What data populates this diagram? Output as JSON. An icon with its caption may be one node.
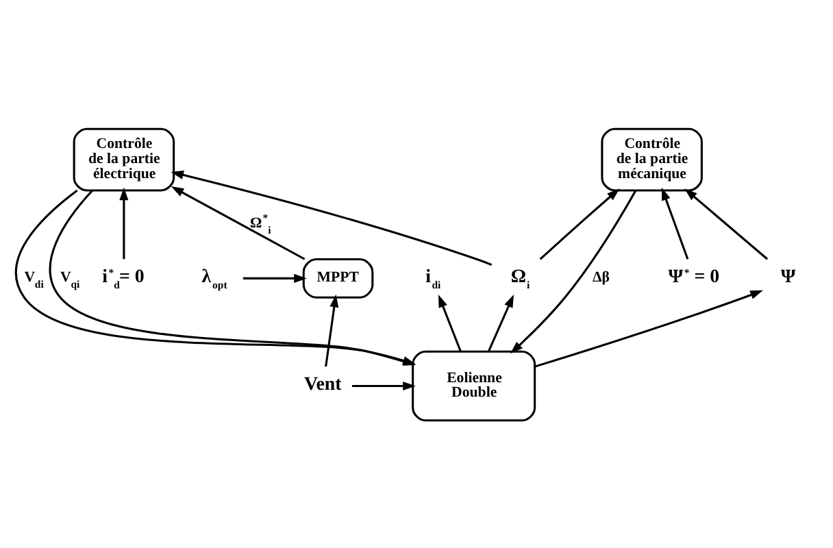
{
  "diagram": {
    "nodes": [
      {
        "text": [
          "Vent"
        ]
      },
      {
        "text": [
          "λ$_{opt}$"
        ]
      },
      {
        "text": [
          "Eolienne Double"
        ]
      },
      {
        "text": [
          "i$_{di}$"
        ]
      },
      {
        "text": [
          "Ω$_{i}$"
        ]
      },
      {
        "text": [
          "Ψ"
        ]
      },
      {
        "text": [
          "Contrôle de la partie mécanique"
        ]
      },
      {
        "text": [
          "Contrôle de la partie électrique"
        ]
      },
      {
        "text": [
          "Ψ$^{*}$ = 0"
        ]
      },
      {
        "text": [
          "i$^{*}$$_{d}$= 0"
        ]
      },
      {
        "text": [
          "MPPT"
        ]
      }
    ],
    "edges": [
      {
        "from": 0,
        "to": 2,
        "arrow": "to"
      },
      {
        "from": 0,
        "to": 10,
        "arrow": "to"
      },
      {
        "from": 1,
        "to": 10,
        "arrow": "to"
      },
      {
        "from": 2,
        "to": 3,
        "arrow": "to"
      },
      {
        "from": 2,
        "to": 4,
        "arrow": "to"
      },
      {
        "from": 2,
        "to": 5,
        "arrow": "to"
      },
      {
        "from": 6,
        "to": 2,
        "arrow": "to",
        "label": "Δβ"
      },
      {
        "from": 7,
        "to": 2,
        "arrow": "to",
        "label": "V$_{qi}$"
      },
      {
        "from": 7,
        "to": 2,
        "arrow": "to",
        "label": "V$_{di}$"
      },
      {
        "from": 4,
        "to": 7,
        "arrow": "to"
      },
      {
        "from": 4,
        "to": 6,
        "arrow": "to"
      },
      {
        "from": 5,
        "to": 6,
        "arrow": "to"
      },
      {
        "from": 8,
        "to": 6,
        "arrow": "to"
      },
      {
        "from": 10,
        "to": 7,
        "arrow": "to",
        "label": "Ω$^{*}$$_{i}$"
      },
      {
        "from": 9,
        "to": 7,
        "arrow": "to"
      }
    ]
  }
}
